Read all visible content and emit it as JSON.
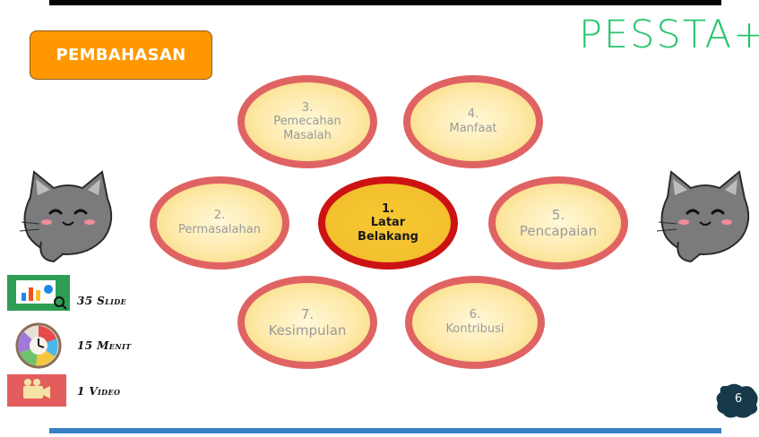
{
  "header": {
    "section": "PEMBAHASAN",
    "logo": "PESSTA+"
  },
  "topics": [
    {
      "num": "1.",
      "lines": [
        "Latar",
        "Belakang"
      ]
    },
    {
      "num": "2.",
      "lines": [
        "Permasalahan"
      ]
    },
    {
      "num": "3.",
      "lines": [
        "Pemecahan",
        "Masalah"
      ]
    },
    {
      "num": "4.",
      "lines": [
        "Manfaat"
      ]
    },
    {
      "num": "5.",
      "lines": [
        "Pencapaian"
      ]
    },
    {
      "num": "6.",
      "lines": [
        "Kontribusi"
      ]
    },
    {
      "num": "7.",
      "lines": [
        "Kesimpulan"
      ]
    }
  ],
  "stats": [
    {
      "label": "35 Slide",
      "icon": "slides-chart-icon"
    },
    {
      "label": "15 Menit",
      "icon": "clock-icon"
    },
    {
      "label": "1 Video",
      "icon": "video-camera-icon"
    }
  ],
  "page": {
    "number": "6"
  },
  "colors": {
    "accent_orange": "#ff9800",
    "node_border": "#e06363",
    "center_border": "#cc1212",
    "center_fill": "#f2bd2c",
    "logo_green": "#23c46b",
    "bottom_bar": "#3b7fc3",
    "badge": "#163a4a"
  }
}
